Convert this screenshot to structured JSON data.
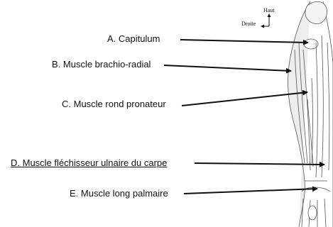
{
  "compass": {
    "up_label": "Haut",
    "right_label": "Droite"
  },
  "labels": [
    {
      "id": "A",
      "text": "A.    Capitulum"
    },
    {
      "id": "B",
      "text": "B. Muscle brachio-radial"
    },
    {
      "id": "C",
      "text": "C. Muscle rond pronateur"
    },
    {
      "id": "D",
      "text": "D. Muscle fléchisseur ulnaire du carpe",
      "underlined": true
    },
    {
      "id": "E",
      "text": "E. Muscle long palmaire"
    }
  ],
  "colors": {
    "text": "#111111",
    "arrow": "#111111",
    "muscle_line": "#555555",
    "muscle_fill": "#e9e9e9"
  }
}
